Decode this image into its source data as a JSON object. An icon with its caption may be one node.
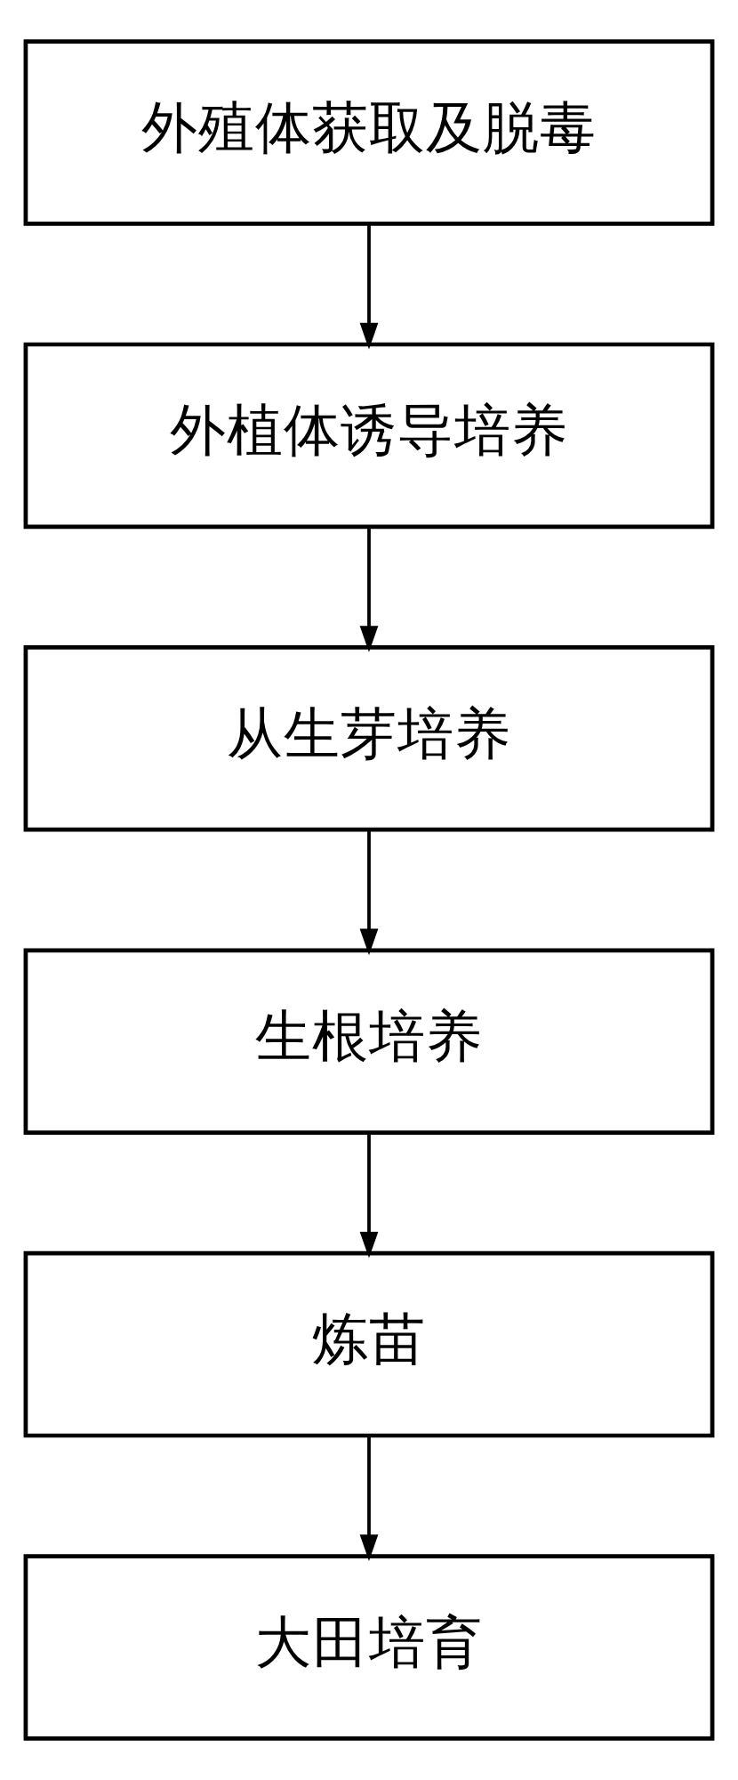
{
  "diagram": {
    "nodes": [
      {
        "text": [
          "外殖体获取及脱毒"
        ]
      },
      {
        "text": [
          "外植体诱导培养"
        ]
      },
      {
        "text": [
          "从生芽培养"
        ]
      },
      {
        "text": [
          "生根培养"
        ]
      },
      {
        "text": [
          "炼苗"
        ]
      },
      {
        "text": [
          "大田培育"
        ]
      }
    ],
    "edges": [
      {
        "from": 0,
        "to": 1,
        "arrow": "to"
      },
      {
        "from": 1,
        "to": 2,
        "arrow": "to"
      },
      {
        "from": 2,
        "to": 3,
        "arrow": "to"
      },
      {
        "from": 3,
        "to": 4,
        "arrow": "to"
      },
      {
        "from": 4,
        "to": 5,
        "arrow": "to"
      }
    ]
  }
}
